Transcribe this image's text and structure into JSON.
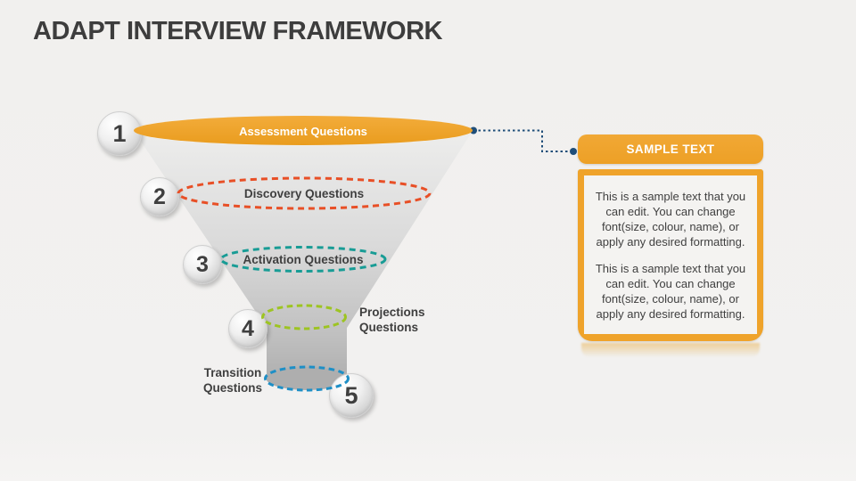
{
  "slide": {
    "title": "ADAPT INTERVIEW FRAMEWORK"
  },
  "funnel": {
    "levels": [
      {
        "number": "1",
        "label": "Assessment Questions",
        "color": "#EFA32B",
        "shape": "solid-ellipse"
      },
      {
        "number": "2",
        "label": "Discovery Questions",
        "color": "#E84F26",
        "shape": "dashed-ellipse"
      },
      {
        "number": "3",
        "label": "Activation Questions",
        "color": "#189C95",
        "shape": "dashed-ellipse"
      },
      {
        "number": "4",
        "label": "Projections\nQuestions",
        "color": "#9DC422",
        "shape": "dashed-ellipse"
      },
      {
        "number": "5",
        "label": "Transition\nQuestions",
        "color": "#1E8FC6",
        "shape": "dashed-ellipse"
      }
    ]
  },
  "callout": {
    "header": "SAMPLE TEXT",
    "paragraphs": [
      "This is a sample text that you can edit. You can change font(size, colour, name), or apply any desired formatting.",
      "This is a sample text that you can edit. You can change font(size, colour, name), or apply any desired formatting."
    ],
    "accent_color": "#EFA32B",
    "connector_color": "#1F4E79"
  }
}
